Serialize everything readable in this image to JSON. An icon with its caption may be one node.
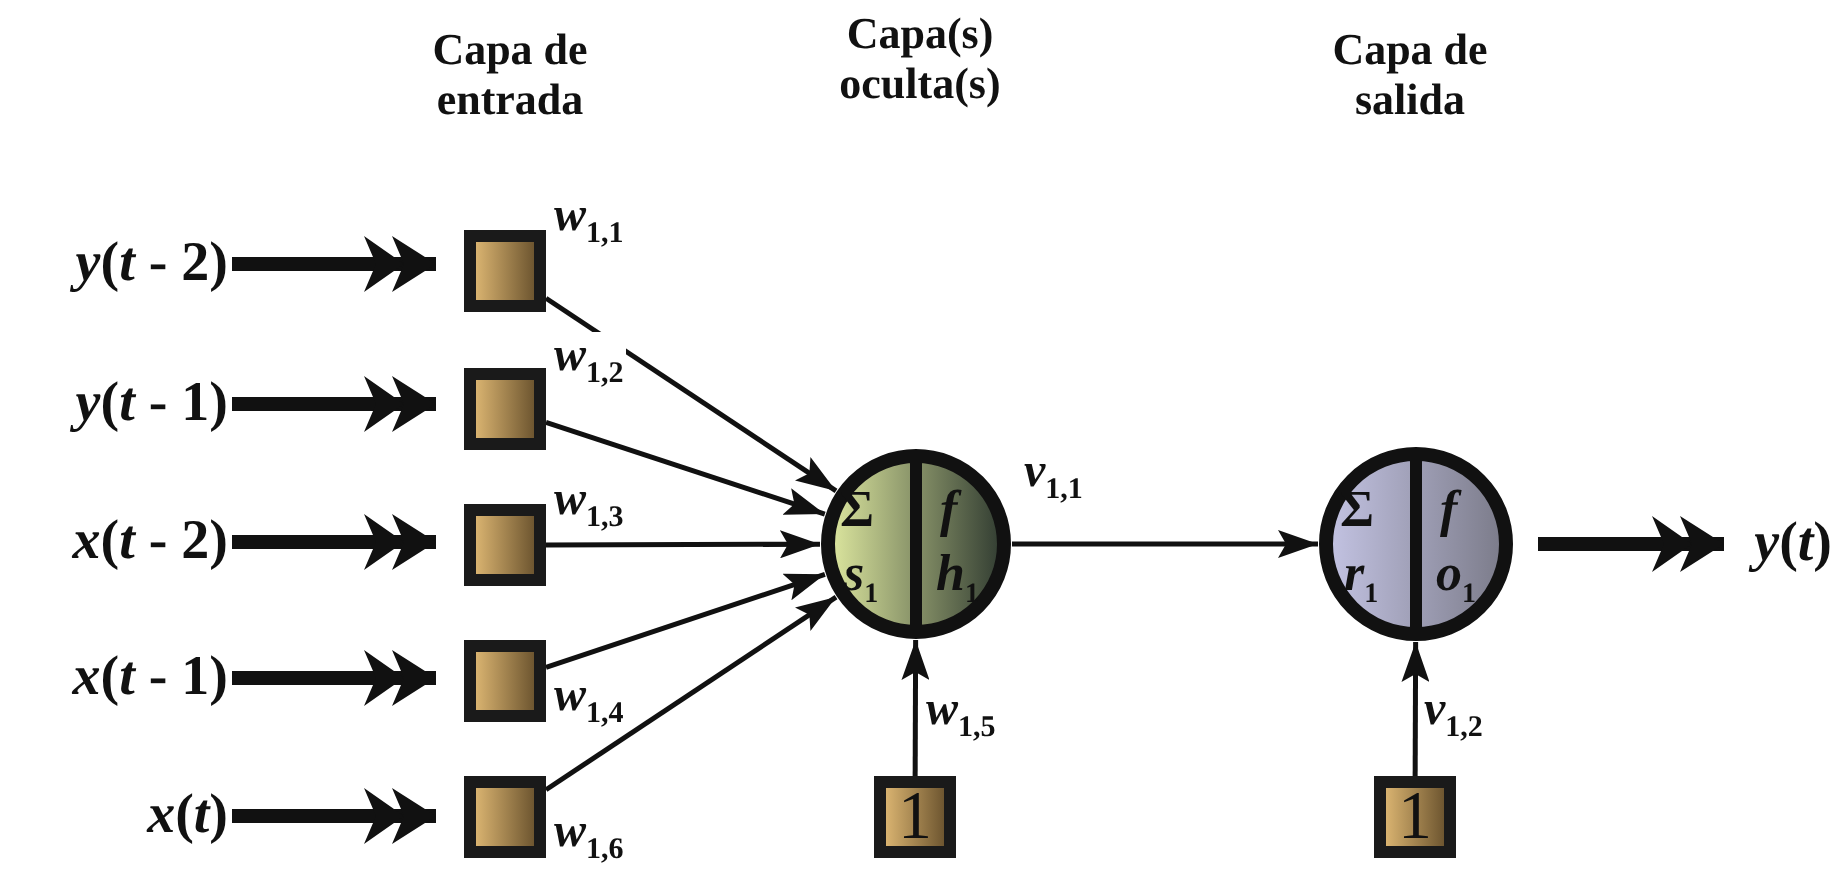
{
  "diagram": {
    "nodes": [
      {
        "text": [
          "*y*(*t* - 2)"
        ]
      },
      {
        "text": [
          "*y*(*t* - 1)"
        ]
      },
      {
        "text": [
          "*x*(*t* - 2)"
        ]
      },
      {
        "text": [
          "*x*(*t* - 1)"
        ]
      },
      {
        "text": [
          "*x*(*t*)"
        ]
      },
      {
        "text": [],
        "shape": "box"
      },
      {
        "text": [],
        "shape": "box"
      },
      {
        "text": [],
        "shape": "box"
      },
      {
        "text": [],
        "shape": "box"
      },
      {
        "text": [],
        "shape": "box"
      },
      {
        "text": [
          "Σ",
          "*f*",
          "*s*$_{1}$",
          "*h*$_{1}$"
        ]
      },
      {
        "text": [
          "1"
        ]
      },
      {
        "text": [
          "Σ",
          "*f*",
          "*r*$_{1}$",
          "*o*$_{1}$"
        ]
      },
      {
        "text": [
          "1"
        ]
      },
      {
        "text": [
          "*y*(*t*)"
        ]
      }
    ],
    "edges": [
      {
        "from": 0,
        "to": 5,
        "arrow": "to",
        "style": "thick"
      },
      {
        "from": 1,
        "to": 6,
        "arrow": "to",
        "style": "thick"
      },
      {
        "from": 2,
        "to": 7,
        "arrow": "to",
        "style": "thick"
      },
      {
        "from": 3,
        "to": 8,
        "arrow": "to",
        "style": "thick"
      },
      {
        "from": 4,
        "to": 9,
        "arrow": "to",
        "style": "thick"
      },
      {
        "from": 5,
        "to": 10,
        "arrow": "to",
        "label": "*w*$_{1,1}$"
      },
      {
        "from": 6,
        "to": 10,
        "arrow": "to",
        "label": "*w*$_{1,2}$"
      },
      {
        "from": 7,
        "to": 10,
        "arrow": "to",
        "label": "*w*$_{1,3}$"
      },
      {
        "from": 8,
        "to": 10,
        "arrow": "to",
        "label": "*w*$_{1,4}$"
      },
      {
        "from": 9,
        "to": 10,
        "arrow": "to",
        "label": "*w*$_{1,6}$"
      },
      {
        "from": 11,
        "to": 10,
        "arrow": "to",
        "label": "*w*$_{1,5}$"
      },
      {
        "from": 10,
        "to": 12,
        "arrow": "to",
        "label": "*v*$_{1,1}$"
      },
      {
        "from": 13,
        "to": 12,
        "arrow": "to",
        "label": "*v*$_{1,2}$"
      },
      {
        "from": 12,
        "to": 14,
        "arrow": "to",
        "style": "thick"
      }
    ],
    "labels": [
      "Capa de entrada",
      "Capa(s) oculta(s)",
      "Capa de salida"
    ]
  }
}
